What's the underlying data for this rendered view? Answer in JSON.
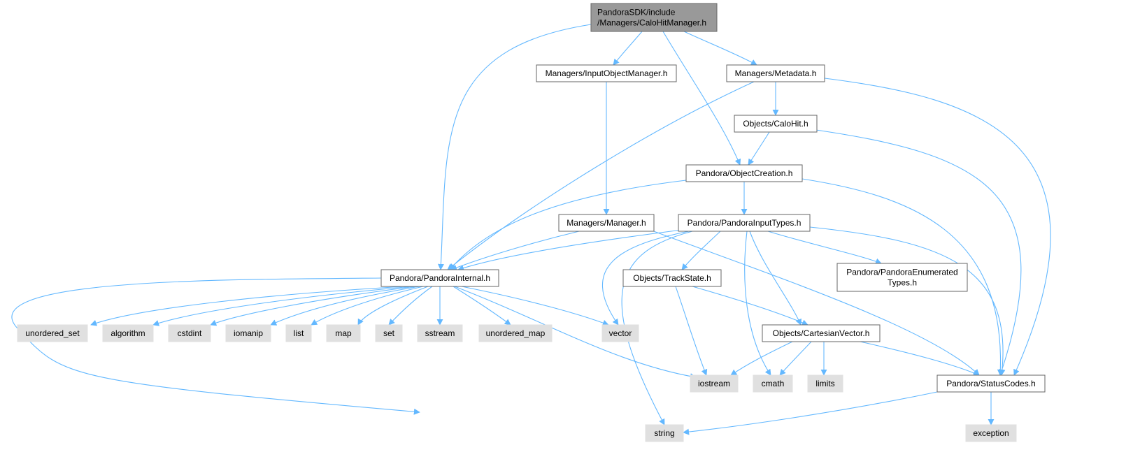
{
  "graph": {
    "colors": {
      "edge": "#63b8ff",
      "root_fill": "#999999",
      "root_stroke": "#666666",
      "header_fill": "#ffffff",
      "header_stroke": "#666666",
      "system_fill": "#e0e0e0",
      "system_stroke": "#e0e0e0"
    },
    "nodes": [
      {
        "id": "root",
        "kind": "root",
        "lines": [
          "PandoraSDK/include",
          "/Managers/CaloHitManager.h"
        ]
      },
      {
        "id": "input_object_manager",
        "kind": "header",
        "lines": [
          "Managers/InputObjectManager.h"
        ]
      },
      {
        "id": "metadata",
        "kind": "header",
        "lines": [
          "Managers/Metadata.h"
        ]
      },
      {
        "id": "calo_hit",
        "kind": "header",
        "lines": [
          "Objects/CaloHit.h"
        ]
      },
      {
        "id": "object_creation",
        "kind": "header",
        "lines": [
          "Pandora/ObjectCreation.h"
        ]
      },
      {
        "id": "manager",
        "kind": "header",
        "lines": [
          "Managers/Manager.h"
        ]
      },
      {
        "id": "pandora_input_types",
        "kind": "header",
        "lines": [
          "Pandora/PandoraInputTypes.h"
        ]
      },
      {
        "id": "pandora_internal",
        "kind": "header",
        "lines": [
          "Pandora/PandoraInternal.h"
        ]
      },
      {
        "id": "track_state",
        "kind": "header",
        "lines": [
          "Objects/TrackState.h"
        ]
      },
      {
        "id": "pandora_enumerated_types",
        "kind": "header",
        "lines": [
          "Pandora/PandoraEnumerated",
          "Types.h"
        ]
      },
      {
        "id": "cartesian_vector",
        "kind": "header",
        "lines": [
          "Objects/CartesianVector.h"
        ]
      },
      {
        "id": "status_codes",
        "kind": "header",
        "lines": [
          "Pandora/StatusCodes.h"
        ]
      },
      {
        "id": "unordered_set",
        "kind": "system",
        "lines": [
          "unordered_set"
        ]
      },
      {
        "id": "algorithm",
        "kind": "system",
        "lines": [
          "algorithm"
        ]
      },
      {
        "id": "cstdint",
        "kind": "system",
        "lines": [
          "cstdint"
        ]
      },
      {
        "id": "iomanip",
        "kind": "system",
        "lines": [
          "iomanip"
        ]
      },
      {
        "id": "list",
        "kind": "system",
        "lines": [
          "list"
        ]
      },
      {
        "id": "map",
        "kind": "system",
        "lines": [
          "map"
        ]
      },
      {
        "id": "set",
        "kind": "system",
        "lines": [
          "set"
        ]
      },
      {
        "id": "sstream",
        "kind": "system",
        "lines": [
          "sstream"
        ]
      },
      {
        "id": "unordered_map",
        "kind": "system",
        "lines": [
          "unordered_map"
        ]
      },
      {
        "id": "vector",
        "kind": "system",
        "lines": [
          "vector"
        ]
      },
      {
        "id": "iostream",
        "kind": "system",
        "lines": [
          "iostream"
        ]
      },
      {
        "id": "cmath",
        "kind": "system",
        "lines": [
          "cmath"
        ]
      },
      {
        "id": "limits",
        "kind": "system",
        "lines": [
          "limits"
        ]
      },
      {
        "id": "string",
        "kind": "system",
        "lines": [
          "string"
        ]
      },
      {
        "id": "exception",
        "kind": "system",
        "lines": [
          "exception"
        ]
      }
    ],
    "edges": [
      {
        "from": "root",
        "to": "input_object_manager"
      },
      {
        "from": "root",
        "to": "metadata"
      },
      {
        "from": "root",
        "to": "object_creation"
      },
      {
        "from": "root",
        "to": "pandora_internal"
      },
      {
        "from": "input_object_manager",
        "to": "manager"
      },
      {
        "from": "metadata",
        "to": "calo_hit"
      },
      {
        "from": "metadata",
        "to": "pandora_internal"
      },
      {
        "from": "metadata",
        "to": "status_codes"
      },
      {
        "from": "calo_hit",
        "to": "object_creation"
      },
      {
        "from": "calo_hit",
        "to": "status_codes"
      },
      {
        "from": "object_creation",
        "to": "pandora_input_types"
      },
      {
        "from": "object_creation",
        "to": "pandora_internal"
      },
      {
        "from": "object_creation",
        "to": "status_codes"
      },
      {
        "from": "manager",
        "to": "pandora_internal"
      },
      {
        "from": "manager",
        "to": "status_codes"
      },
      {
        "from": "pandora_input_types",
        "to": "pandora_internal"
      },
      {
        "from": "pandora_input_types",
        "to": "track_state"
      },
      {
        "from": "pandora_input_types",
        "to": "pandora_enumerated_types"
      },
      {
        "from": "pandora_input_types",
        "to": "cartesian_vector"
      },
      {
        "from": "pandora_input_types",
        "to": "status_codes"
      },
      {
        "from": "pandora_input_types",
        "to": "vector"
      },
      {
        "from": "pandora_input_types",
        "to": "string"
      },
      {
        "from": "pandora_input_types",
        "to": "cmath"
      },
      {
        "from": "pandora_internal",
        "to": "unordered_set"
      },
      {
        "from": "pandora_internal",
        "to": "algorithm"
      },
      {
        "from": "pandora_internal",
        "to": "cstdint"
      },
      {
        "from": "pandora_internal",
        "to": "iomanip"
      },
      {
        "from": "pandora_internal",
        "to": "list"
      },
      {
        "from": "pandora_internal",
        "to": "map"
      },
      {
        "from": "pandora_internal",
        "to": "set"
      },
      {
        "from": "pandora_internal",
        "to": "sstream"
      },
      {
        "from": "pandora_internal",
        "to": "unordered_map"
      },
      {
        "from": "pandora_internal",
        "to": "vector"
      },
      {
        "from": "pandora_internal",
        "to": "iostream"
      },
      {
        "from": "pandora_internal",
        "to": "string"
      },
      {
        "from": "track_state",
        "to": "cartesian_vector"
      },
      {
        "from": "track_state",
        "to": "iostream"
      },
      {
        "from": "cartesian_vector",
        "to": "iostream"
      },
      {
        "from": "cartesian_vector",
        "to": "cmath"
      },
      {
        "from": "cartesian_vector",
        "to": "limits"
      },
      {
        "from": "cartesian_vector",
        "to": "status_codes"
      },
      {
        "from": "status_codes",
        "to": "string"
      },
      {
        "from": "status_codes",
        "to": "exception"
      }
    ]
  }
}
